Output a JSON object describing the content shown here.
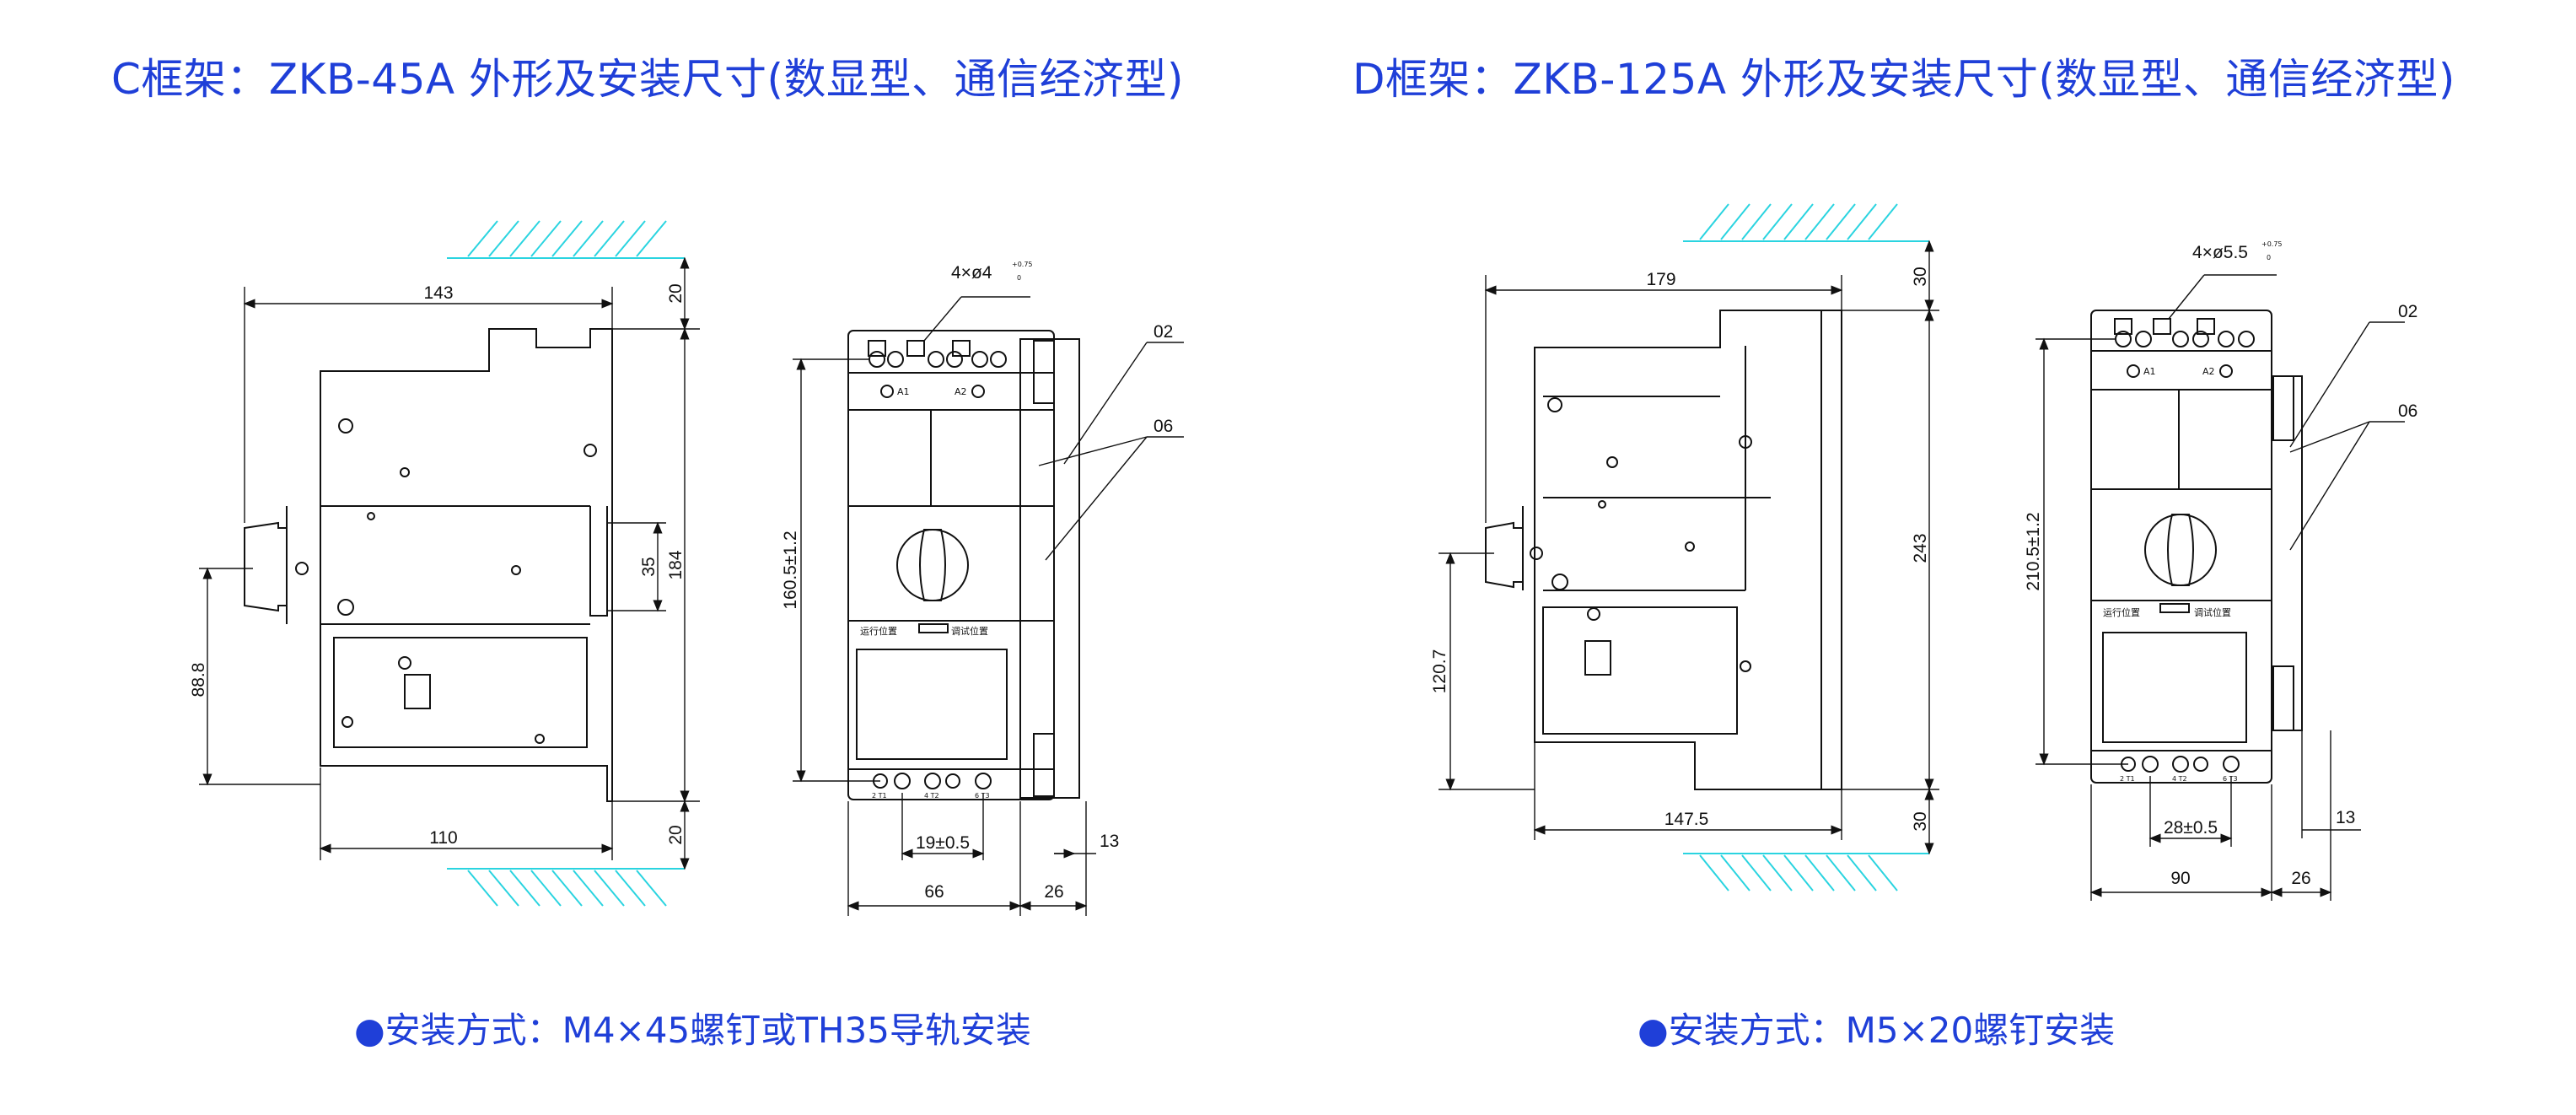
{
  "frames": [
    {
      "title": "C框架：ZKB-45A 外形及安装尺寸(数显型、通信经济型)",
      "mounting": "●安装方式：M4×45螺钉或TH35导轨安装",
      "side": {
        "width": "143",
        "top_gap": "20",
        "bottom_gap": "20",
        "height": "184",
        "rail": "35",
        "handle_height": "88.8",
        "base": "110"
      },
      "front": {
        "holes": "4×ø4",
        "tol_up": "+0.75",
        "tol_low": "0",
        "height": "160.5±1.2",
        "pitch": "19±0.5",
        "width": "66",
        "side_w": "26",
        "offset": "13",
        "callout_a": "02",
        "callout_b": "06",
        "a1": "A1",
        "a2": "A2",
        "t1": "2 T1",
        "t2": "4 T2",
        "t3": "6 T3",
        "label_run": "运行位置",
        "label_test": "调试位置"
      }
    },
    {
      "title": "D框架：ZKB-125A 外形及安装尺寸(数显型、通信经济型)",
      "mounting": "●安装方式：M5×20螺钉安装",
      "side": {
        "width": "179",
        "top_gap": "30",
        "bottom_gap": "30",
        "height": "243",
        "handle_height": "120.7",
        "base": "147.5"
      },
      "front": {
        "holes": "4×ø5.5",
        "tol_up": "+0.75",
        "tol_low": "0",
        "height": "210.5±1.2",
        "pitch": "28±0.5",
        "width": "90",
        "side_w": "26",
        "offset": "13",
        "callout_a": "02",
        "callout_b": "06",
        "a1": "A1",
        "a2": "A2",
        "t1": "2 T1",
        "t2": "4 T2",
        "t3": "6 T3",
        "label_run": "运行位置",
        "label_test": "调试位置"
      }
    }
  ],
  "colors": {
    "title": "#1f3fd8",
    "hatch": "#2ad4e0",
    "line": "#111111"
  }
}
